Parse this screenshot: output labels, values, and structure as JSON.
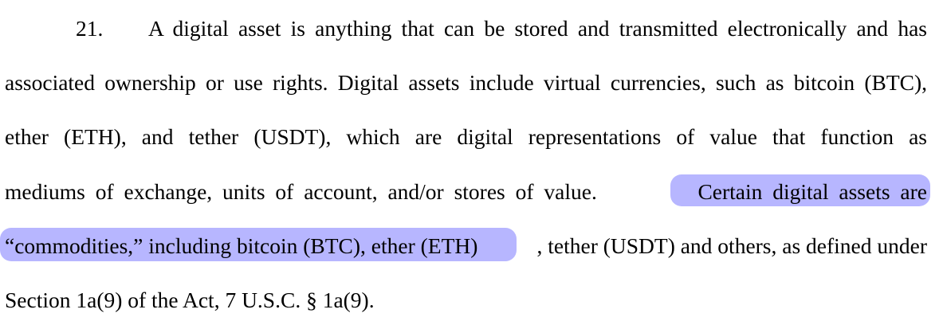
{
  "document": {
    "paragraph_number": "21.",
    "lines": [
      "A digital asset is anything that can be stored and transmitted electronically and has",
      "associated ownership or use rights.  Digital assets include virtual currencies, such as bitcoin (BTC),",
      "ether (ETH), and tether (USDT), which are digital representations of value that function as",
      "mediums of exchange, units of account, and/or stores of value.",
      "Certain digital assets are",
      "“commodities,” including bitcoin (BTC), ether (ETH)",
      ", tether (USDT) and others, as defined under",
      "Section 1a(9) of the Act, 7 U.S.C. § 1a(9)."
    ],
    "highlight_color": "#9f9dff"
  }
}
